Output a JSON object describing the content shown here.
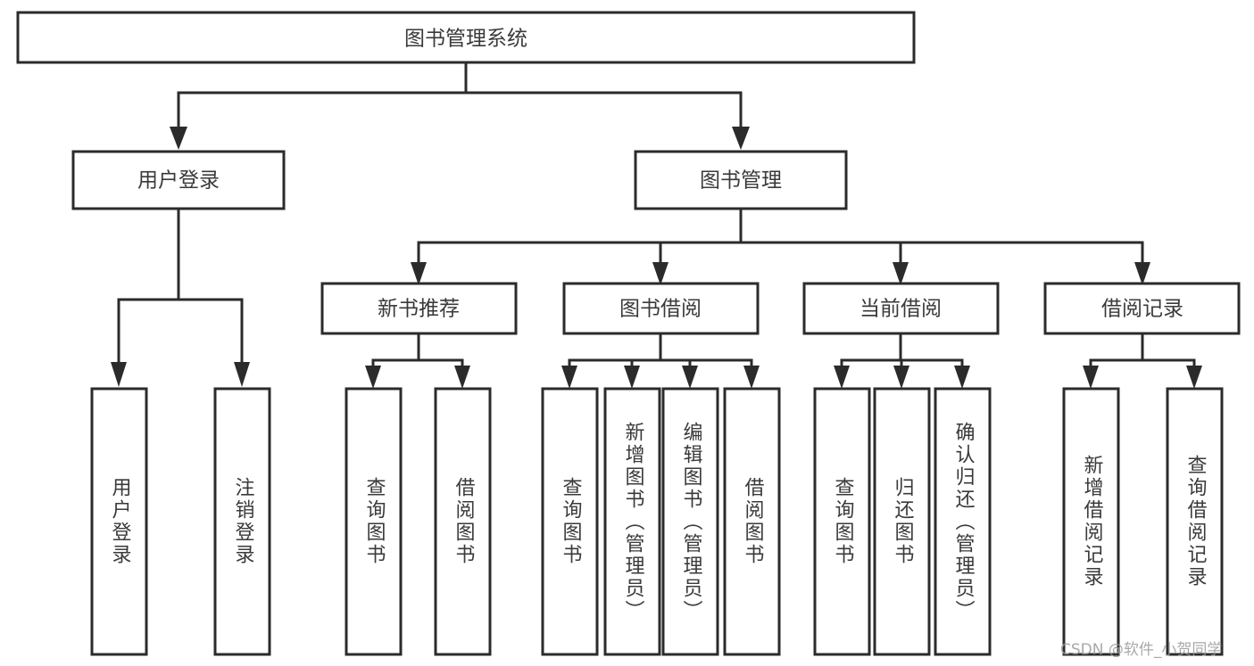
{
  "diagram": {
    "type": "tree",
    "title": "图书管理系统",
    "root": {
      "id": "root",
      "label": "图书管理系统",
      "orientation": "horizontal"
    },
    "level2": [
      {
        "id": "user-login",
        "label": "用户登录",
        "orientation": "horizontal"
      },
      {
        "id": "book-manage",
        "label": "图书管理",
        "orientation": "horizontal"
      }
    ],
    "level3": [
      {
        "id": "new-book-recommend",
        "label": "新书推荐",
        "orientation": "horizontal",
        "parent": "book-manage"
      },
      {
        "id": "book-borrow",
        "label": "图书借阅",
        "orientation": "horizontal",
        "parent": "book-manage"
      },
      {
        "id": "current-borrow",
        "label": "当前借阅",
        "orientation": "horizontal",
        "parent": "book-manage"
      },
      {
        "id": "borrow-record",
        "label": "借阅记录",
        "orientation": "horizontal",
        "parent": "book-manage"
      }
    ],
    "leaves": [
      {
        "id": "leaf-user-login",
        "label": "用户登录",
        "parent": "user-login",
        "orientation": "vertical"
      },
      {
        "id": "leaf-logout-login",
        "label": "注销登录",
        "parent": "user-login",
        "orientation": "vertical"
      },
      {
        "id": "leaf-query-book-1",
        "label": "查询图书",
        "parent": "new-book-recommend",
        "orientation": "vertical"
      },
      {
        "id": "leaf-borrow-book-1",
        "label": "借阅图书",
        "parent": "new-book-recommend",
        "orientation": "vertical"
      },
      {
        "id": "leaf-query-book-2",
        "label": "查询图书",
        "parent": "book-borrow",
        "orientation": "vertical"
      },
      {
        "id": "leaf-add-book-admin",
        "label": "新增图书（管理员）",
        "parent": "book-borrow",
        "orientation": "vertical"
      },
      {
        "id": "leaf-edit-book-admin",
        "label": "编辑图书（管理员）",
        "parent": "book-borrow",
        "orientation": "vertical"
      },
      {
        "id": "leaf-borrow-book-2",
        "label": "借阅图书",
        "parent": "book-borrow",
        "orientation": "vertical"
      },
      {
        "id": "leaf-query-book-3",
        "label": "查询图书",
        "parent": "current-borrow",
        "orientation": "vertical"
      },
      {
        "id": "leaf-return-book",
        "label": "归还图书",
        "parent": "current-borrow",
        "orientation": "vertical"
      },
      {
        "id": "leaf-confirm-return-admin",
        "label": "确认归还（管理员）",
        "parent": "current-borrow",
        "orientation": "vertical"
      },
      {
        "id": "leaf-add-borrow-record",
        "label": "新增借阅记录",
        "parent": "borrow-record",
        "orientation": "vertical"
      },
      {
        "id": "leaf-query-borrow-record",
        "label": "查询借阅记录",
        "parent": "borrow-record",
        "orientation": "vertical"
      }
    ],
    "colors": {
      "stroke": "#2b2b2b",
      "fill": "#ffffff",
      "text": "#3a3a3a",
      "background": "#ffffff",
      "watermark": "#9a9a9a"
    }
  },
  "watermark": {
    "text": "CSDN @软件_小贺同学"
  }
}
